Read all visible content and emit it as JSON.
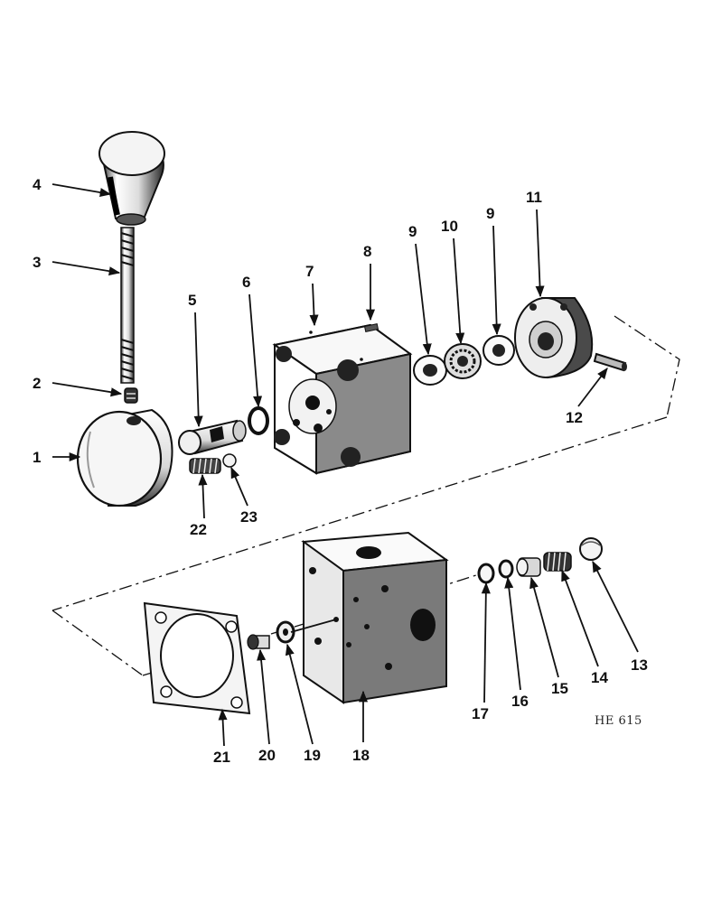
{
  "drawing_code": "HE 615",
  "callouts": [
    {
      "id": "1",
      "text": "1"
    },
    {
      "id": "2",
      "text": "2"
    },
    {
      "id": "3",
      "text": "3"
    },
    {
      "id": "4",
      "text": "4"
    },
    {
      "id": "5",
      "text": "5"
    },
    {
      "id": "6",
      "text": "6"
    },
    {
      "id": "7",
      "text": "7"
    },
    {
      "id": "8",
      "text": "8"
    },
    {
      "id": "9a",
      "text": "9"
    },
    {
      "id": "10",
      "text": "10"
    },
    {
      "id": "9b",
      "text": "9"
    },
    {
      "id": "11",
      "text": "11"
    },
    {
      "id": "12",
      "text": "12"
    },
    {
      "id": "22",
      "text": "22"
    },
    {
      "id": "23",
      "text": "23"
    },
    {
      "id": "13",
      "text": "13"
    },
    {
      "id": "14",
      "text": "14"
    },
    {
      "id": "15",
      "text": "15"
    },
    {
      "id": "16",
      "text": "16"
    },
    {
      "id": "17",
      "text": "17"
    },
    {
      "id": "18",
      "text": "18"
    },
    {
      "id": "19",
      "text": "19"
    },
    {
      "id": "20",
      "text": "20"
    },
    {
      "id": "21",
      "text": "21"
    }
  ]
}
